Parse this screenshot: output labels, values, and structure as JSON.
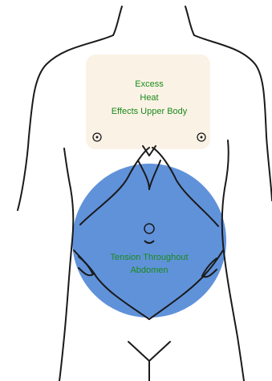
{
  "colors": {
    "upper_box": "#fbf2e6",
    "abdomen_circle": "#4f86d6",
    "label_text": "#1a8a1a",
    "outline": "#1a1a1a"
  },
  "regions": {
    "upper": {
      "lines": [
        "Excess",
        "Heat",
        "Effects Upper Body"
      ]
    },
    "abdomen": {
      "lines": [
        "Tension Throughout",
        "Abdomen"
      ]
    }
  },
  "icons": [
    "point-marker-icon",
    "navel-icon"
  ]
}
